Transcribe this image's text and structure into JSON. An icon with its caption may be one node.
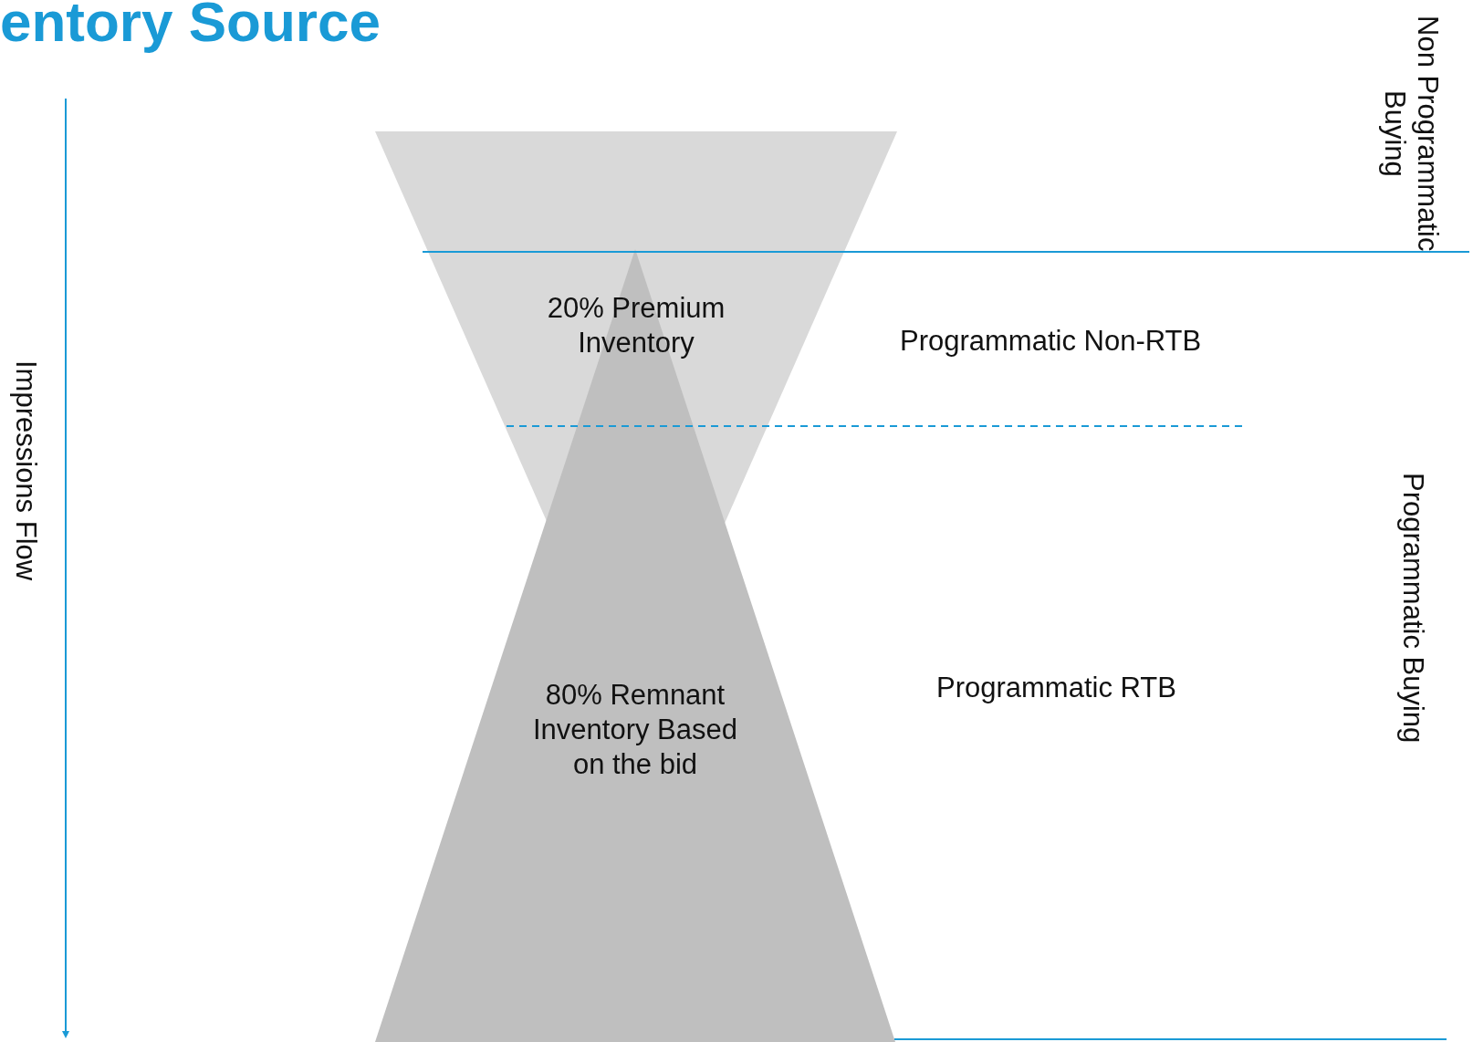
{
  "diagram": {
    "title": "entory Source",
    "nodes": [
      {
        "text": [
          "20% Premium Inventory"
        ]
      },
      {
        "text": [
          "80% Remnant Inventory Based on the bid"
        ]
      }
    ],
    "labels": [
      "Non Programmatic Buying",
      "Programmatic Non-RTB",
      "Impressions Flow",
      "Programmatic Buying",
      "Programmatic RTB"
    ]
  }
}
